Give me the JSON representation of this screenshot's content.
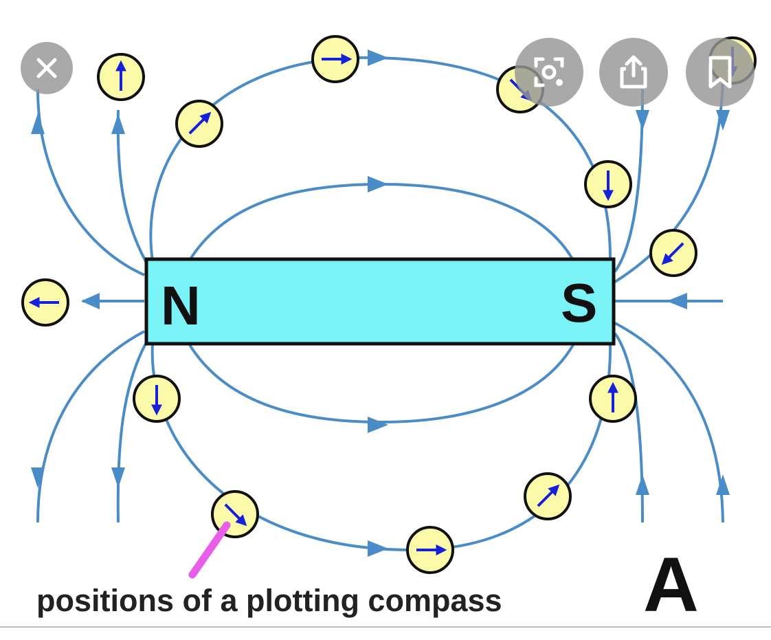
{
  "figure": {
    "magnet": {
      "north_label": "N",
      "south_label": "S",
      "body_color": "#7af3f7"
    },
    "caption": "positions of a plotting compass",
    "letter": "A",
    "colors": {
      "field_line": "#4a8cc7",
      "compass_fill": "#fafaa8",
      "needle": "#1520d8",
      "pointer": "#e95ee8"
    }
  },
  "overlay": {
    "close_icon": "close-icon",
    "lens_icon": "visual-search-icon",
    "share_icon": "share-icon",
    "save_icon": "bookmark-icon"
  }
}
